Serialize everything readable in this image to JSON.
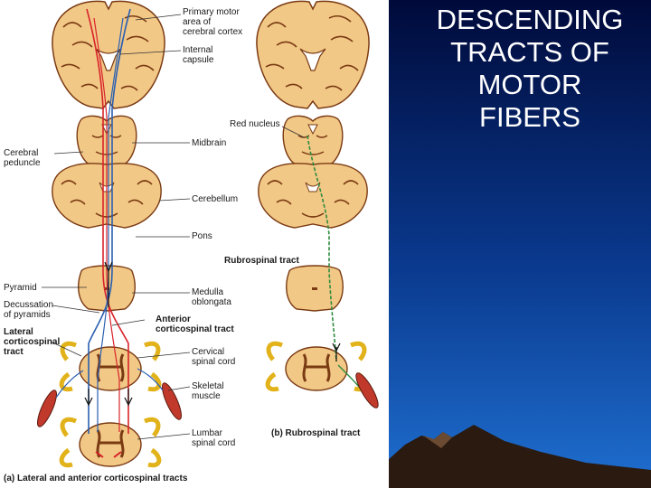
{
  "slide": {
    "title_lines": [
      "DESCENDING",
      "TRACTS OF",
      "MOTOR",
      "FIBERS"
    ],
    "colors": {
      "background_top": "#000a3a",
      "background_bottom": "#1f6fd0",
      "title": "#ffffff",
      "tissue": "#f2c887",
      "tissue_dark": "#7a3a12",
      "cord_ring": "#e2b21a",
      "corticospinal_red": "#d8232a",
      "corticospinal_blue": "#2a5fb0",
      "rubrospinal_green": "#2e8b3e"
    }
  },
  "figure": {
    "labels": {
      "primary_motor_area": [
        "Primary motor",
        "area of",
        "cerebral cortex"
      ],
      "internal_capsule": [
        "Internal",
        "capsule"
      ],
      "red_nucleus": "Red nucleus",
      "cerebral_peduncle": [
        "Cerebral",
        "peduncle"
      ],
      "midbrain": "Midbrain",
      "cerebellum": "Cerebellum",
      "pons": "Pons",
      "rubrospinal_tract": "Rubrospinal tract",
      "pyramid": "Pyramid",
      "decussation": [
        "Decussation",
        "of pyramids"
      ],
      "medulla": [
        "Medulla",
        "oblongata"
      ],
      "anterior_tract": [
        "Anterior",
        "corticospinal tract"
      ],
      "lateral_tract": [
        "Lateral",
        "corticospinal",
        "tract"
      ],
      "cervical_cord": [
        "Cervical",
        "spinal cord"
      ],
      "skeletal_muscle": [
        "Skeletal",
        "muscle"
      ],
      "lumbar_cord": [
        "Lumbar",
        "spinal cord"
      ]
    },
    "caption_a": "(a) Lateral and anterior corticospinal tracts",
    "caption_b": "(b) Rubrospinal tract"
  }
}
